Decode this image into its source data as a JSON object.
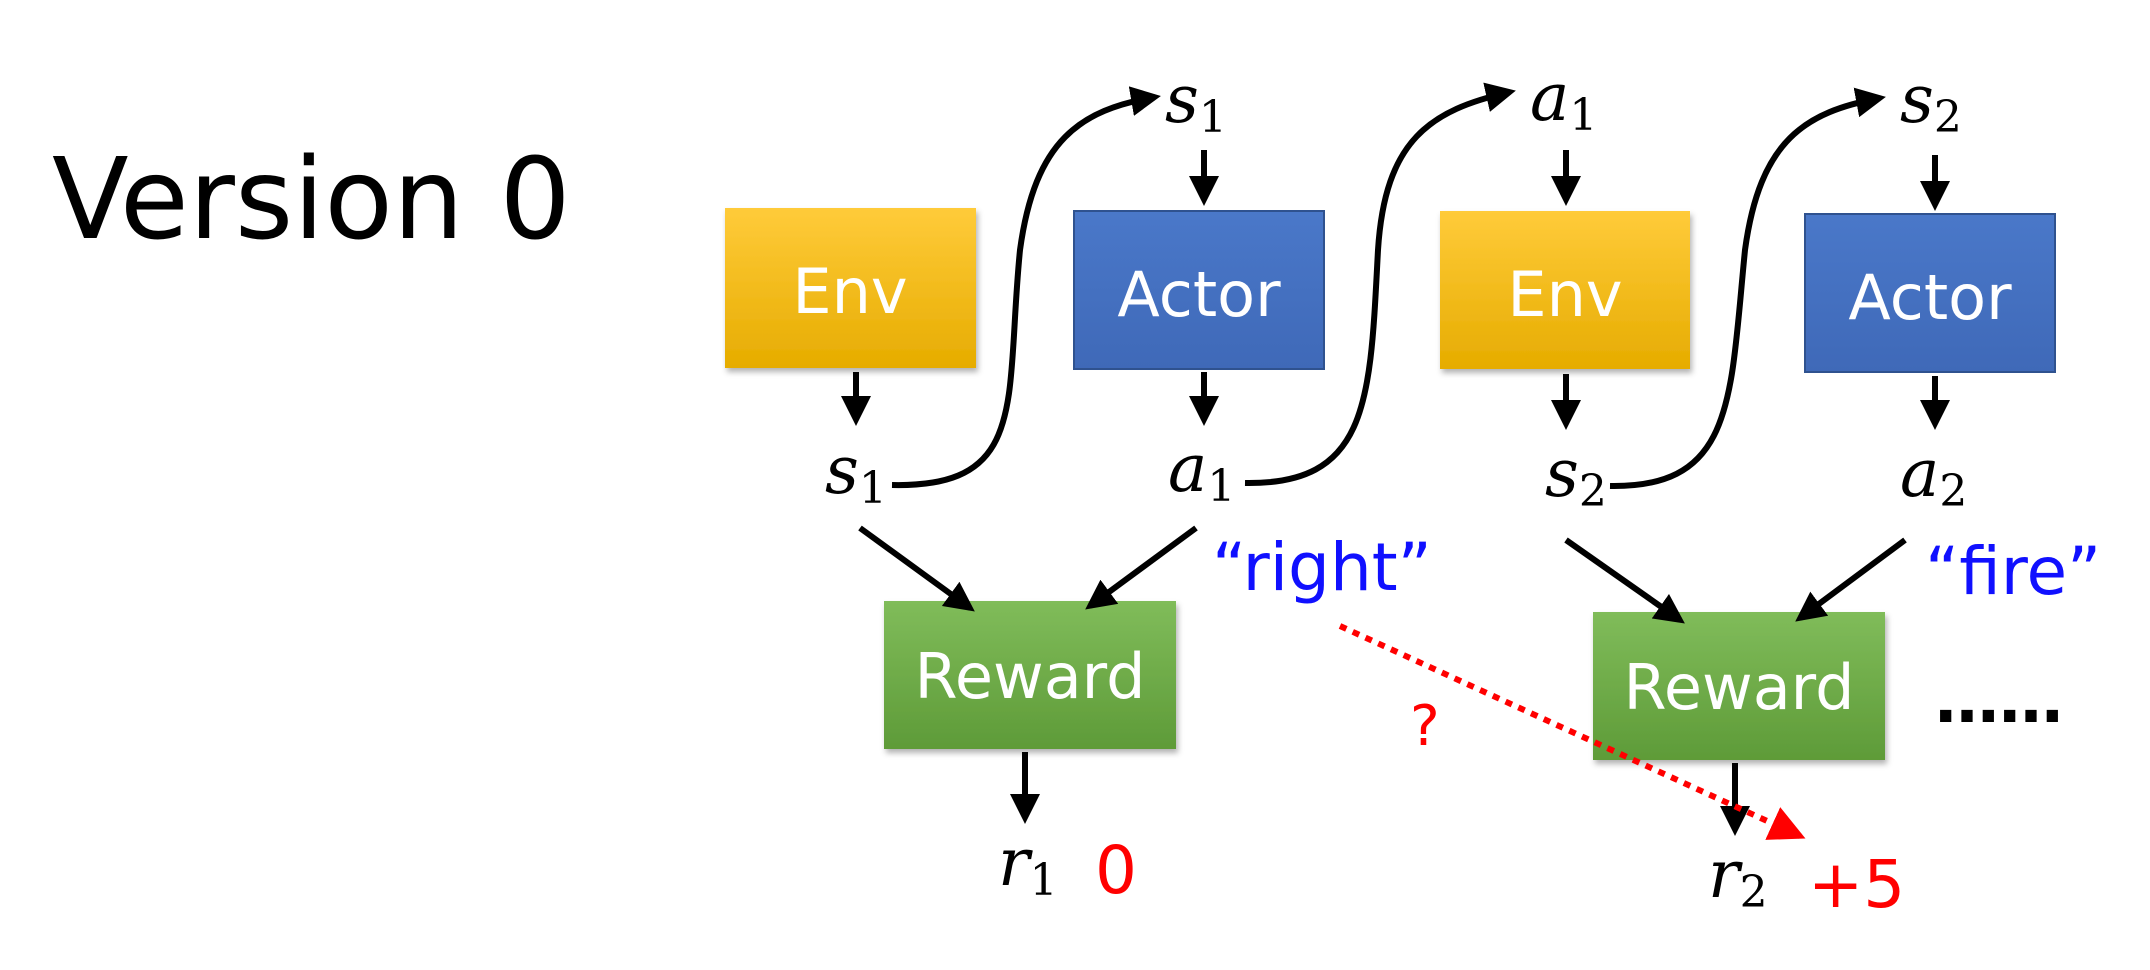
{
  "title": "Version 0",
  "boxes": {
    "env": "Env",
    "actor": "Actor",
    "reward": "Reward"
  },
  "variables": {
    "s": "s",
    "a": "a",
    "r": "r",
    "sub1": "1",
    "sub2": "2"
  },
  "actions": {
    "first": "“right”",
    "second": "“fire”"
  },
  "rewards": {
    "first": "0",
    "second": "+5"
  },
  "question": "?",
  "ellipsis": "……",
  "colors": {
    "env": "#FFC000",
    "actor": "#4472C4",
    "reward": "#70AD47",
    "action_text": "#1010FF",
    "reward_text": "#FF0000"
  }
}
